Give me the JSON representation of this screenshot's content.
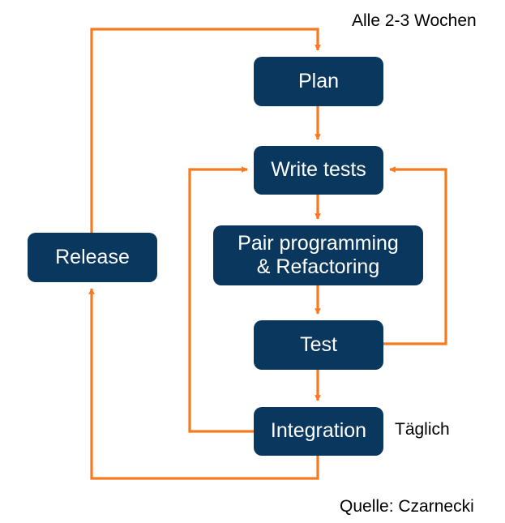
{
  "diagram": {
    "title_visible": false,
    "colors": {
      "node_fill": "#09375D",
      "node_text": "#FFFFFF",
      "connector": "#F47B20",
      "background": "#FFFFFF",
      "caption_text": "#000000"
    },
    "nodes": [
      {
        "id": "plan",
        "label": "Plan"
      },
      {
        "id": "write-tests",
        "label": "Write tests"
      },
      {
        "id": "pair",
        "label": "Pair programming\n& Refactoring"
      },
      {
        "id": "test",
        "label": "Test"
      },
      {
        "id": "integration",
        "label": "Integration"
      },
      {
        "id": "release",
        "label": "Release"
      }
    ],
    "captions": [
      {
        "id": "cadence",
        "text": "Alle 2-3 Wochen"
      },
      {
        "id": "daily",
        "text": "Täglich"
      },
      {
        "id": "source",
        "text": "Quelle: Czarnecki"
      }
    ],
    "edges": [
      {
        "from": "release",
        "to": "plan",
        "style": "orthogonal-left-loop",
        "arrow": true
      },
      {
        "from": "plan",
        "to": "write-tests",
        "style": "straight-down",
        "arrow": true
      },
      {
        "from": "write-tests",
        "to": "pair",
        "style": "straight-down",
        "arrow": true
      },
      {
        "from": "pair",
        "to": "test",
        "style": "straight-down",
        "arrow": true
      },
      {
        "from": "test",
        "to": "integration",
        "style": "straight-down",
        "arrow": true
      },
      {
        "from": "test",
        "to": "write-tests",
        "style": "right-feedback-loop",
        "arrow": true
      },
      {
        "from": "integration",
        "to": "write-tests",
        "style": "left-feedback-loop",
        "arrow": true
      },
      {
        "from": "integration",
        "to": "release",
        "style": "bottom-loop-up",
        "arrow": true
      }
    ]
  }
}
